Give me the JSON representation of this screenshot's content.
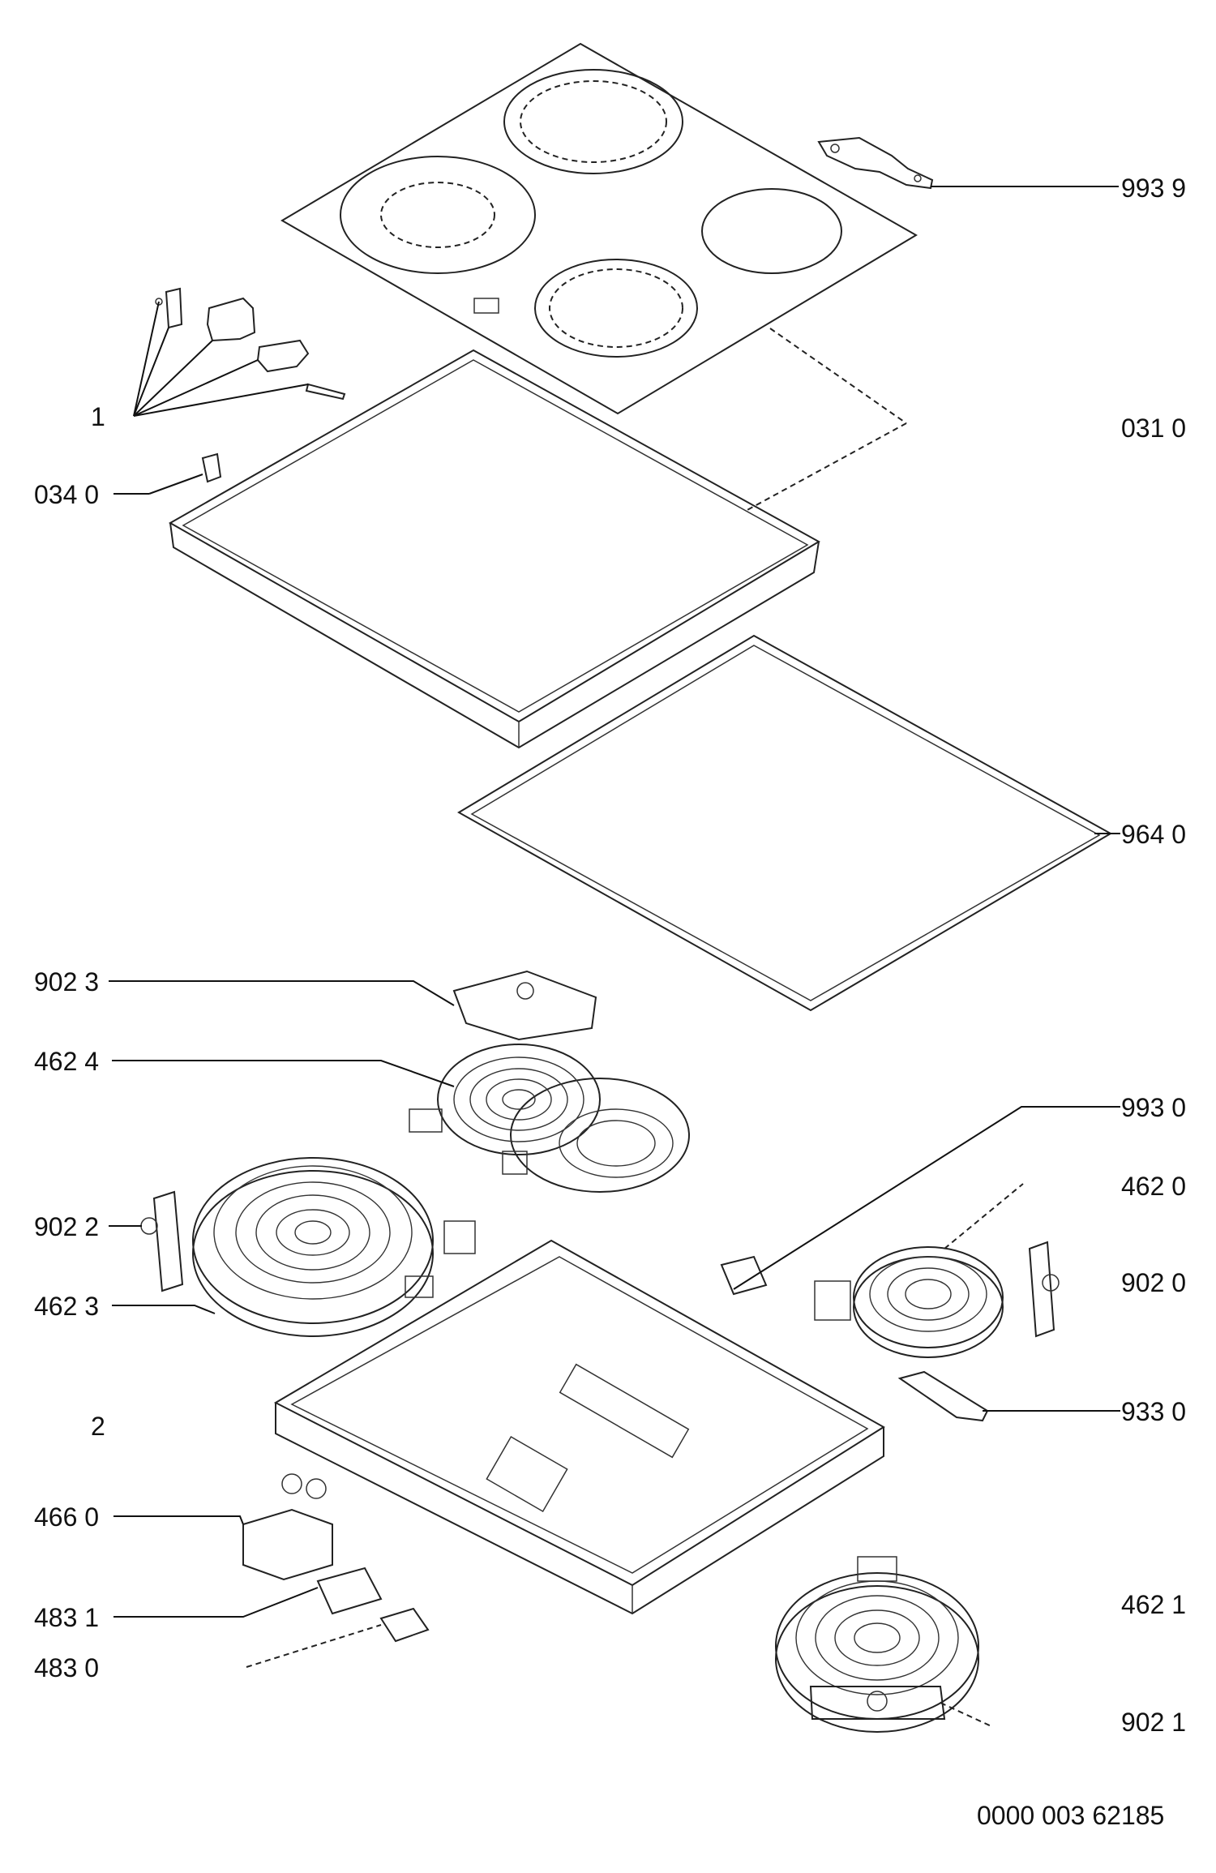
{
  "diagram": {
    "document_number": "0000 003 62185",
    "labels": {
      "l_9939": "993 9",
      "l_1": "1",
      "l_0310": "031 0",
      "l_0340": "034 0",
      "l_9640": "964 0",
      "l_9023": "902 3",
      "l_4624": "462 4",
      "l_9930": "993 0",
      "l_4620": "462 0",
      "l_9022": "902 2",
      "l_9020": "902 0",
      "l_4623": "462 3",
      "l_9330": "933 0",
      "l_2": "2",
      "l_4660": "466 0",
      "l_4831": "483 1",
      "l_4621": "462 1",
      "l_4830": "483 0",
      "l_9021": "902 1"
    }
  }
}
